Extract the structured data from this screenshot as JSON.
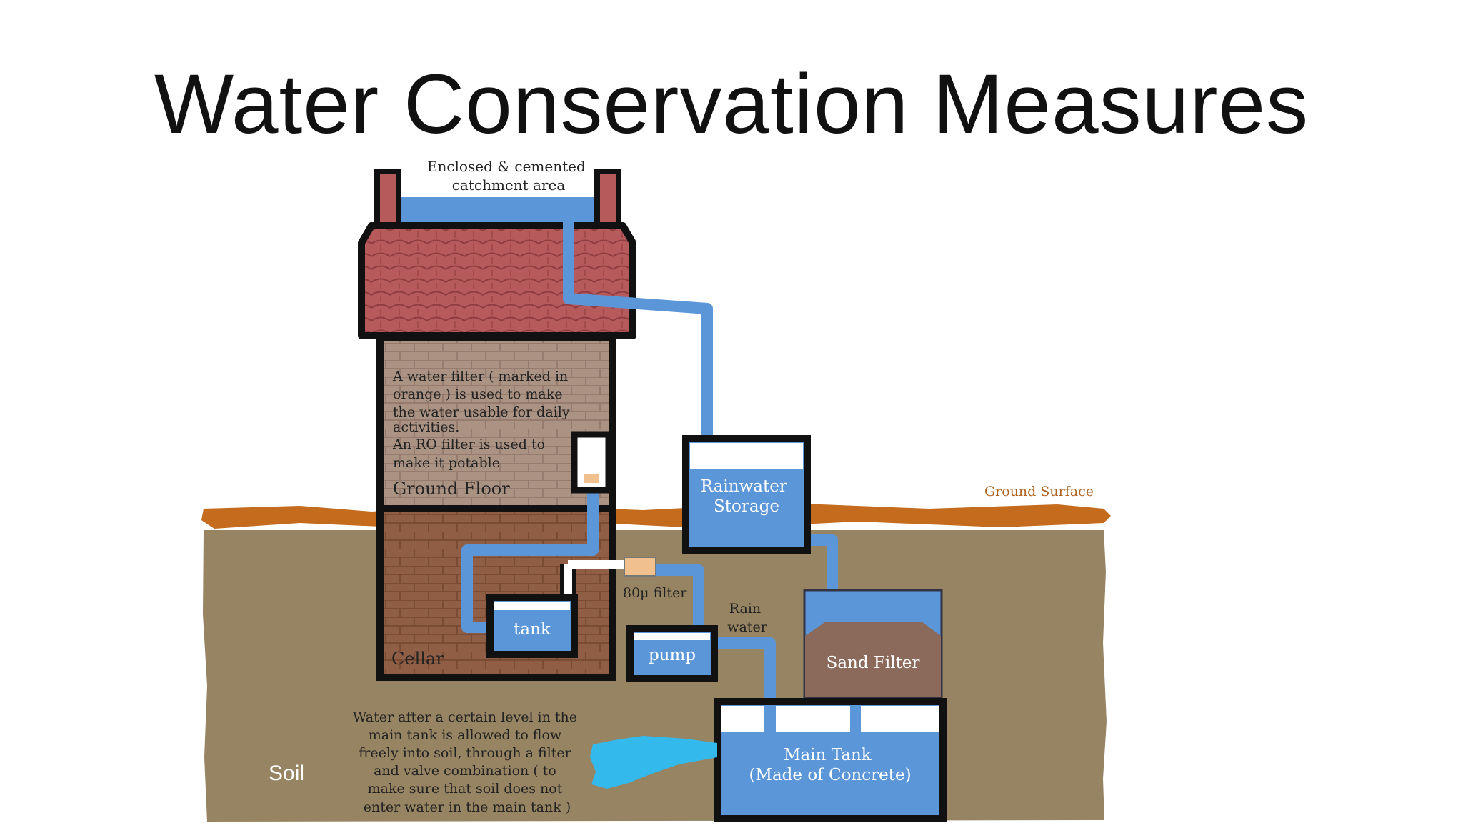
{
  "slide": {
    "title": "Water Conservation Measures"
  },
  "diagram": {
    "catchment_label": [
      "Enclosed & cemented",
      "catchment area"
    ],
    "filter_note": [
      "A water filter ( marked in",
      "orange ) is used to make",
      "the water usable for daily",
      "activities.",
      "An RO filter is used to",
      "make it potable"
    ],
    "ground_floor": "Ground Floor",
    "cellar": "Cellar",
    "tank": "tank",
    "filter_80": "80μ filter",
    "rain_water": [
      "Rain",
      "water"
    ],
    "pump": "pump",
    "rainwater_storage": [
      "Rainwater",
      "Storage"
    ],
    "ground_surface": "Ground Surface",
    "sand_filter": "Sand Filter",
    "main_tank": [
      "Main Tank",
      "(Made of Concrete)"
    ],
    "soil": "Soil",
    "overflow_note": [
      "Water after a certain level in the",
      "main tank is allowed to flow",
      "freely into soil, through a filter",
      "and valve combination ( to",
      "make sure that soil does not",
      "enter water in the main tank )"
    ]
  },
  "colors": {
    "water": "#5b96d9",
    "soil": "#978462",
    "ground_surface": "#c46b1e",
    "roof": "#b0484b",
    "brick_upper": "#a68f81",
    "brick_cellar": "#8c5c43",
    "outline": "#111111",
    "filter_orange": "#f0c08f",
    "splash": "#33b9ec"
  }
}
